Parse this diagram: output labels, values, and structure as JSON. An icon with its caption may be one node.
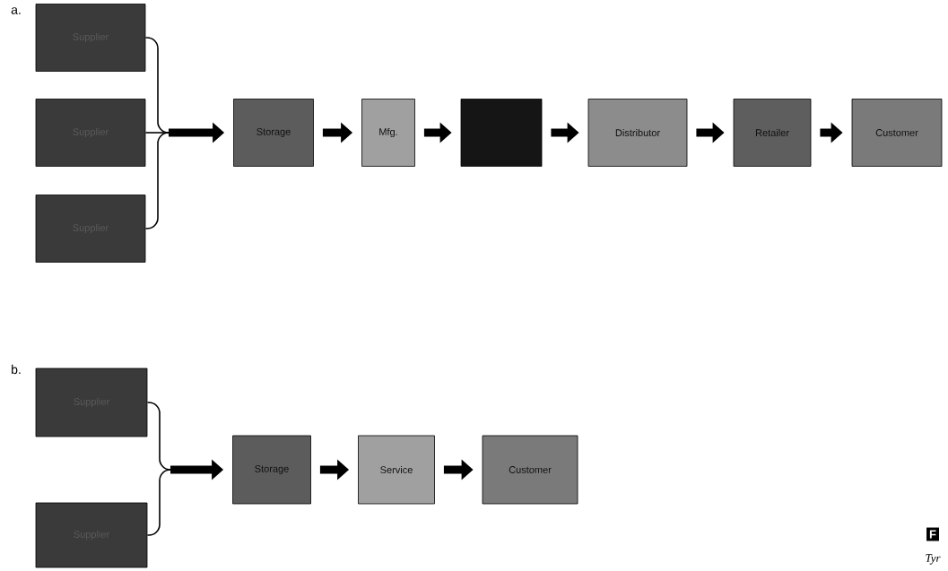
{
  "diagram": {
    "nodes": [
      {
        "text": [
          "Supplier"
        ]
      },
      {
        "text": [
          "Supplier"
        ]
      },
      {
        "text": [
          "Supplier"
        ]
      },
      {
        "text": [
          "Storage"
        ]
      },
      {
        "text": [
          "Mfg."
        ]
      },
      {
        "text": [],
        "shape": "box"
      },
      {
        "text": [
          "Distributor"
        ]
      },
      {
        "text": [
          "Retailer"
        ]
      },
      {
        "text": [
          "Customer"
        ]
      },
      {
        "text": [
          "Supplier"
        ]
      },
      {
        "text": [
          "Supplier"
        ]
      },
      {
        "text": [
          "Storage"
        ]
      },
      {
        "text": [
          "Service"
        ]
      },
      {
        "text": [
          "Customer"
        ]
      }
    ],
    "edges": [
      {
        "from": 0,
        "to": 3,
        "arrow": "to"
      },
      {
        "from": 1,
        "to": 3,
        "arrow": "to"
      },
      {
        "from": 2,
        "to": 3,
        "arrow": "to"
      },
      {
        "from": 3,
        "to": 4,
        "arrow": "to"
      },
      {
        "from": 4,
        "to": 5,
        "arrow": "to"
      },
      {
        "from": 5,
        "to": 6,
        "arrow": "to"
      },
      {
        "from": 6,
        "to": 7,
        "arrow": "to"
      },
      {
        "from": 7,
        "to": 8,
        "arrow": "to"
      },
      {
        "from": 9,
        "to": 11,
        "arrow": "to"
      },
      {
        "from": 10,
        "to": 11,
        "arrow": "to"
      },
      {
        "from": 11,
        "to": 12,
        "arrow": "to"
      },
      {
        "from": 12,
        "to": 13,
        "arrow": "to"
      }
    ],
    "labels": [
      "a.",
      "b.",
      "F",
      "Tyr"
    ]
  }
}
